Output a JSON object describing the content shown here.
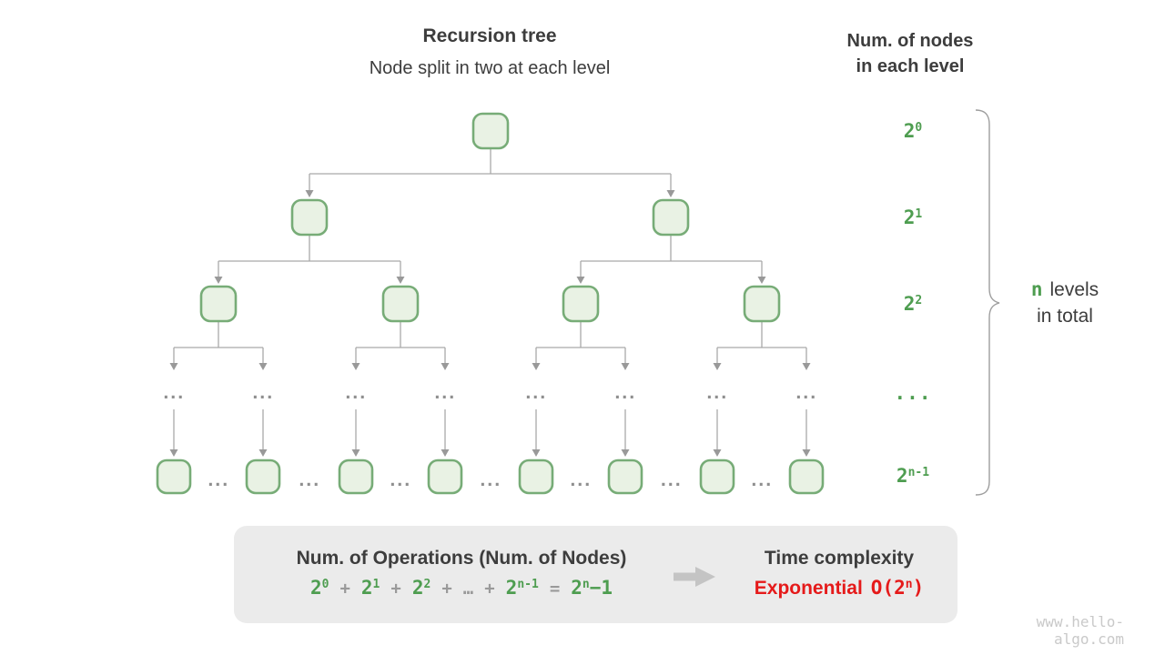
{
  "header": {
    "title": "Recursion tree",
    "subtitle": "Node split in two at each level",
    "right_title_line1": "Num. of nodes",
    "right_title_line2": "in each level"
  },
  "tree": {
    "ellipsis": "...",
    "branching": 2,
    "shown_levels": 5
  },
  "level_labels": [
    {
      "type": "pow",
      "base": "2",
      "sup": "0"
    },
    {
      "type": "pow",
      "base": "2",
      "sup": "1"
    },
    {
      "type": "pow",
      "base": "2",
      "sup": "2"
    },
    {
      "type": "dots",
      "text": "..."
    },
    {
      "type": "pow",
      "base": "2",
      "sup": "n-1"
    }
  ],
  "brace_label": {
    "n": "n",
    "rest": "levels",
    "line2": "in total"
  },
  "summary_box": {
    "left_title": "Num. of Operations (Num. of Nodes)",
    "formula": [
      {
        "t": "2",
        "s": "0",
        "c": "green"
      },
      {
        "t": "+",
        "c": "gray"
      },
      {
        "t": "2",
        "s": "1",
        "c": "green"
      },
      {
        "t": "+",
        "c": "gray"
      },
      {
        "t": "2",
        "s": "2",
        "c": "green"
      },
      {
        "t": "+",
        "c": "gray"
      },
      {
        "t": "…",
        "c": "gray"
      },
      {
        "t": "+",
        "c": "gray"
      },
      {
        "t": "2",
        "s": "n-1",
        "c": "green"
      },
      {
        "t": "=",
        "c": "gray"
      },
      {
        "t": "2",
        "s": "n",
        "tail": "−1",
        "c": "green"
      }
    ],
    "right_title": "Time complexity",
    "complexity_word": "Exponential",
    "big_o": {
      "open": "O(2",
      "sup": "n",
      "close": ")"
    }
  },
  "watermark": "www.hello-algo.com",
  "colors": {
    "green_text": "#4e9d50",
    "node_border": "#77ac77",
    "node_fill": "#e9f2e4",
    "line": "#a9a9a9",
    "arrow": "#999999",
    "dots": "#8f8f8f",
    "text_dark": "#3d3d3d",
    "box_bg": "#ebebeb",
    "red": "#e51a1a",
    "big_arrow": "#c4c4c4",
    "watermark": "#c9c9c9",
    "brace": "#9e9e9e"
  }
}
